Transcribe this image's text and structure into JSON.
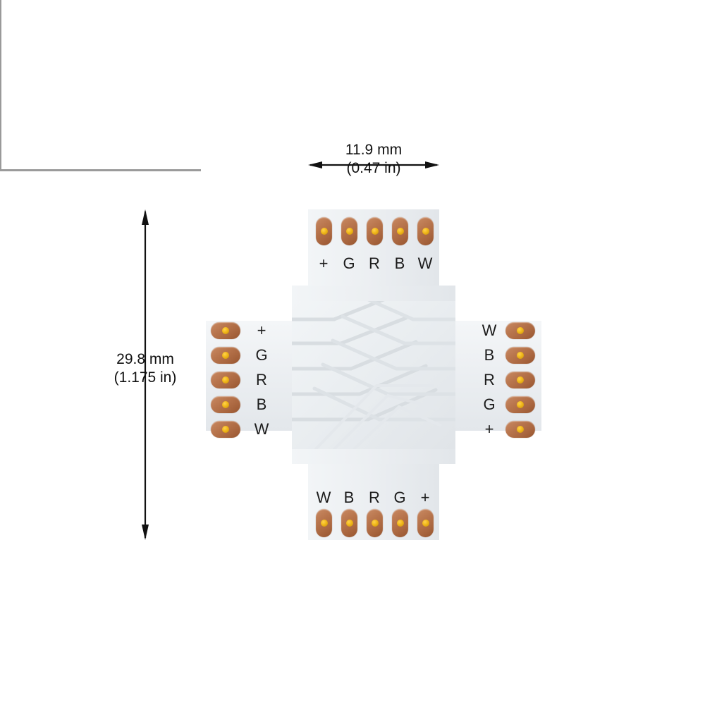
{
  "diagram": {
    "title": "RGBW LED strip X / plus shaped solderless connector",
    "board_color": "#eceff2",
    "pad_color": "#b8754d",
    "hole_color": "#f0b719"
  },
  "dimensions": {
    "width": {
      "mm": "11.9 mm",
      "inch": "(0.47 in)"
    },
    "height": {
      "mm": "29.8 mm",
      "inch": "(1.175 in)"
    }
  },
  "arms": {
    "top": {
      "name": "top-arm",
      "pads": [
        {
          "label": "+"
        },
        {
          "label": "G"
        },
        {
          "label": "R"
        },
        {
          "label": "B"
        },
        {
          "label": "W"
        }
      ]
    },
    "bottom": {
      "name": "bottom-arm",
      "pads": [
        {
          "label": "W"
        },
        {
          "label": "B"
        },
        {
          "label": "R"
        },
        {
          "label": "G"
        },
        {
          "label": "+"
        }
      ]
    },
    "left": {
      "name": "left-arm",
      "pads": [
        {
          "label": "+"
        },
        {
          "label": "G"
        },
        {
          "label": "R"
        },
        {
          "label": "B"
        },
        {
          "label": "W"
        }
      ]
    },
    "right": {
      "name": "right-arm",
      "pads": [
        {
          "label": "W"
        },
        {
          "label": "B"
        },
        {
          "label": "R"
        },
        {
          "label": "G"
        },
        {
          "label": "+"
        }
      ]
    }
  }
}
